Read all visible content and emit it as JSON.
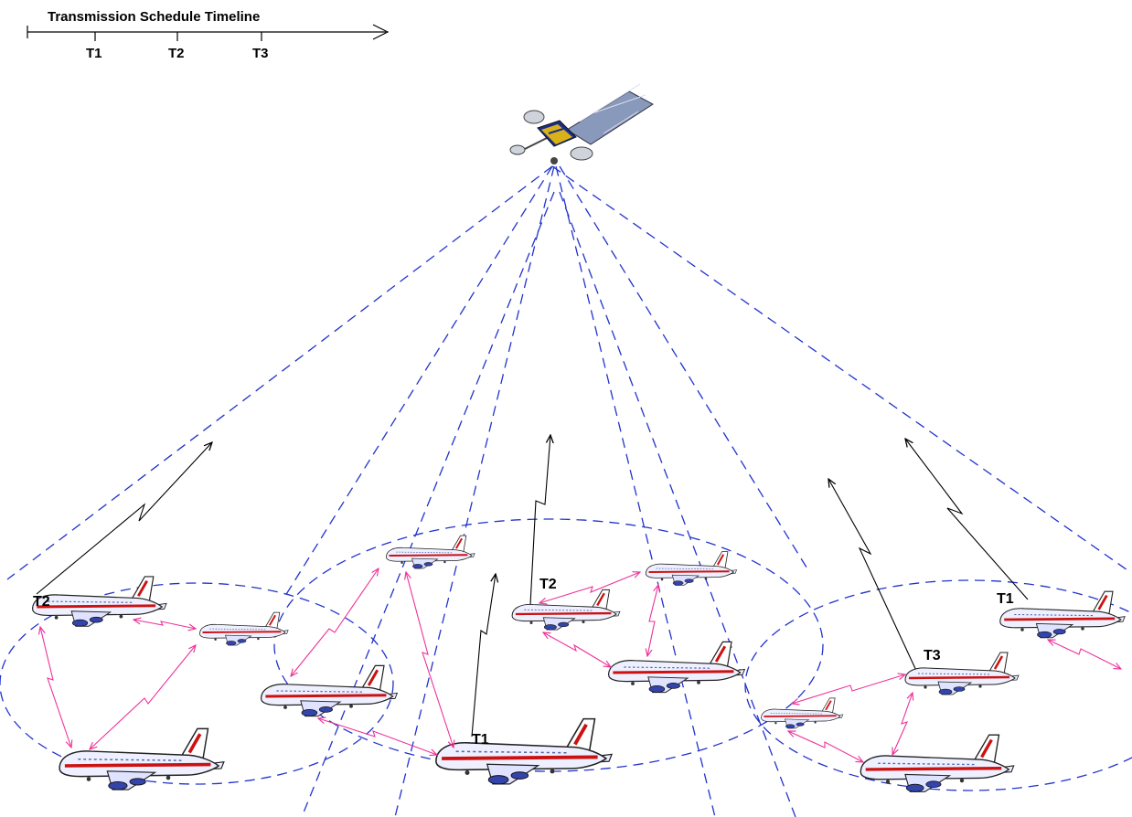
{
  "timeline": {
    "title": "Transmission Schedule Timeline",
    "ticks": [
      "T1",
      "T2",
      "T3"
    ]
  },
  "aircraft_labels": {
    "left_cluster_tx": "T2",
    "center_cluster_tx_top": "T2",
    "center_cluster_tx_bottom": "T1",
    "right_cluster_tx_mid": "T3",
    "right_cluster_tx_top": "T1"
  },
  "colors": {
    "beam": "#2233cc",
    "link": "#ee3399",
    "uplink": "#000000",
    "fuselage": "#eef0ff",
    "stripe": "#cc1111",
    "satellite_panel": "#8899bb"
  },
  "icons": {
    "satellite": "satellite-icon",
    "aircraft": "airplane-icon"
  }
}
